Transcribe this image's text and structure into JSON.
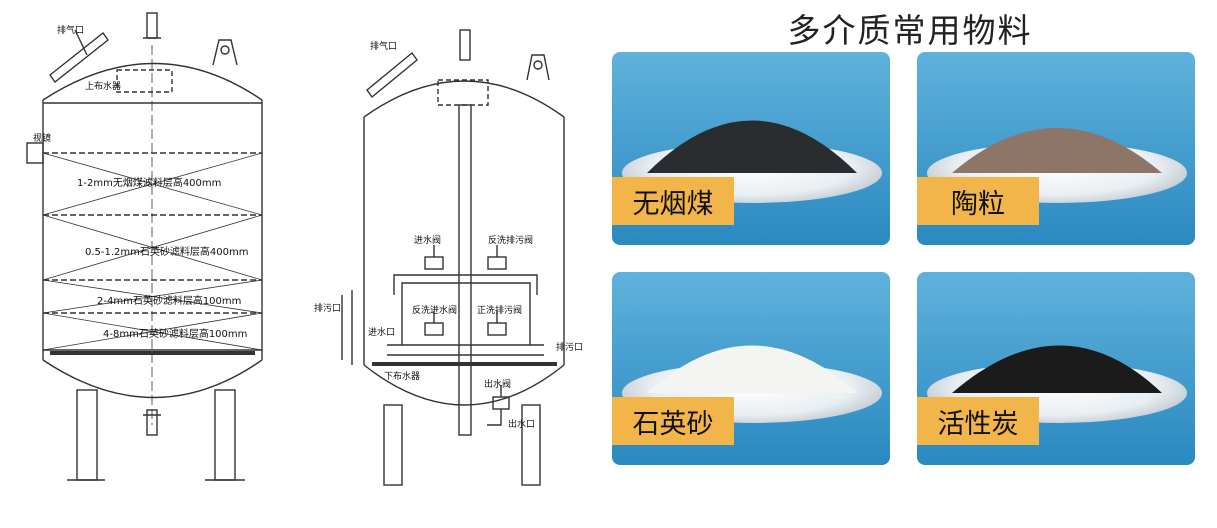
{
  "tank1": {
    "top_inlet": "排气口",
    "top_distributor": "上布水器",
    "side_port": "视镜",
    "layers": [
      "1-2mm无烟煤滤料层高400mm",
      "0.5-1.2mm石英砂滤料层高400mm",
      "2-4mm石英砂滤料层高100mm",
      "4-8mm石英砂滤料层高100mm"
    ]
  },
  "tank2": {
    "top_inlet": "排气口",
    "valve_inlet": "进水阀",
    "valve_backwash_drain": "反洗排污阀",
    "valve_backwash_inlet": "反洗进水阀",
    "valve_forward_drain": "正洗排污阀",
    "port_inlet": "进水口",
    "port_drain": "排污口",
    "port_left": "排污口",
    "bottom_distributor": "下布水器",
    "valve_outlet": "出水阀",
    "port_outlet": "出水口"
  },
  "media": {
    "title": "多介质常用物料",
    "items": [
      {
        "label": "无烟煤",
        "color": "#2a2d30"
      },
      {
        "label": "陶粒",
        "color": "#8d7567"
      },
      {
        "label": "石英砂",
        "color": "#f4f5f3"
      },
      {
        "label": "活性炭",
        "color": "#1b1b1b"
      }
    ]
  }
}
